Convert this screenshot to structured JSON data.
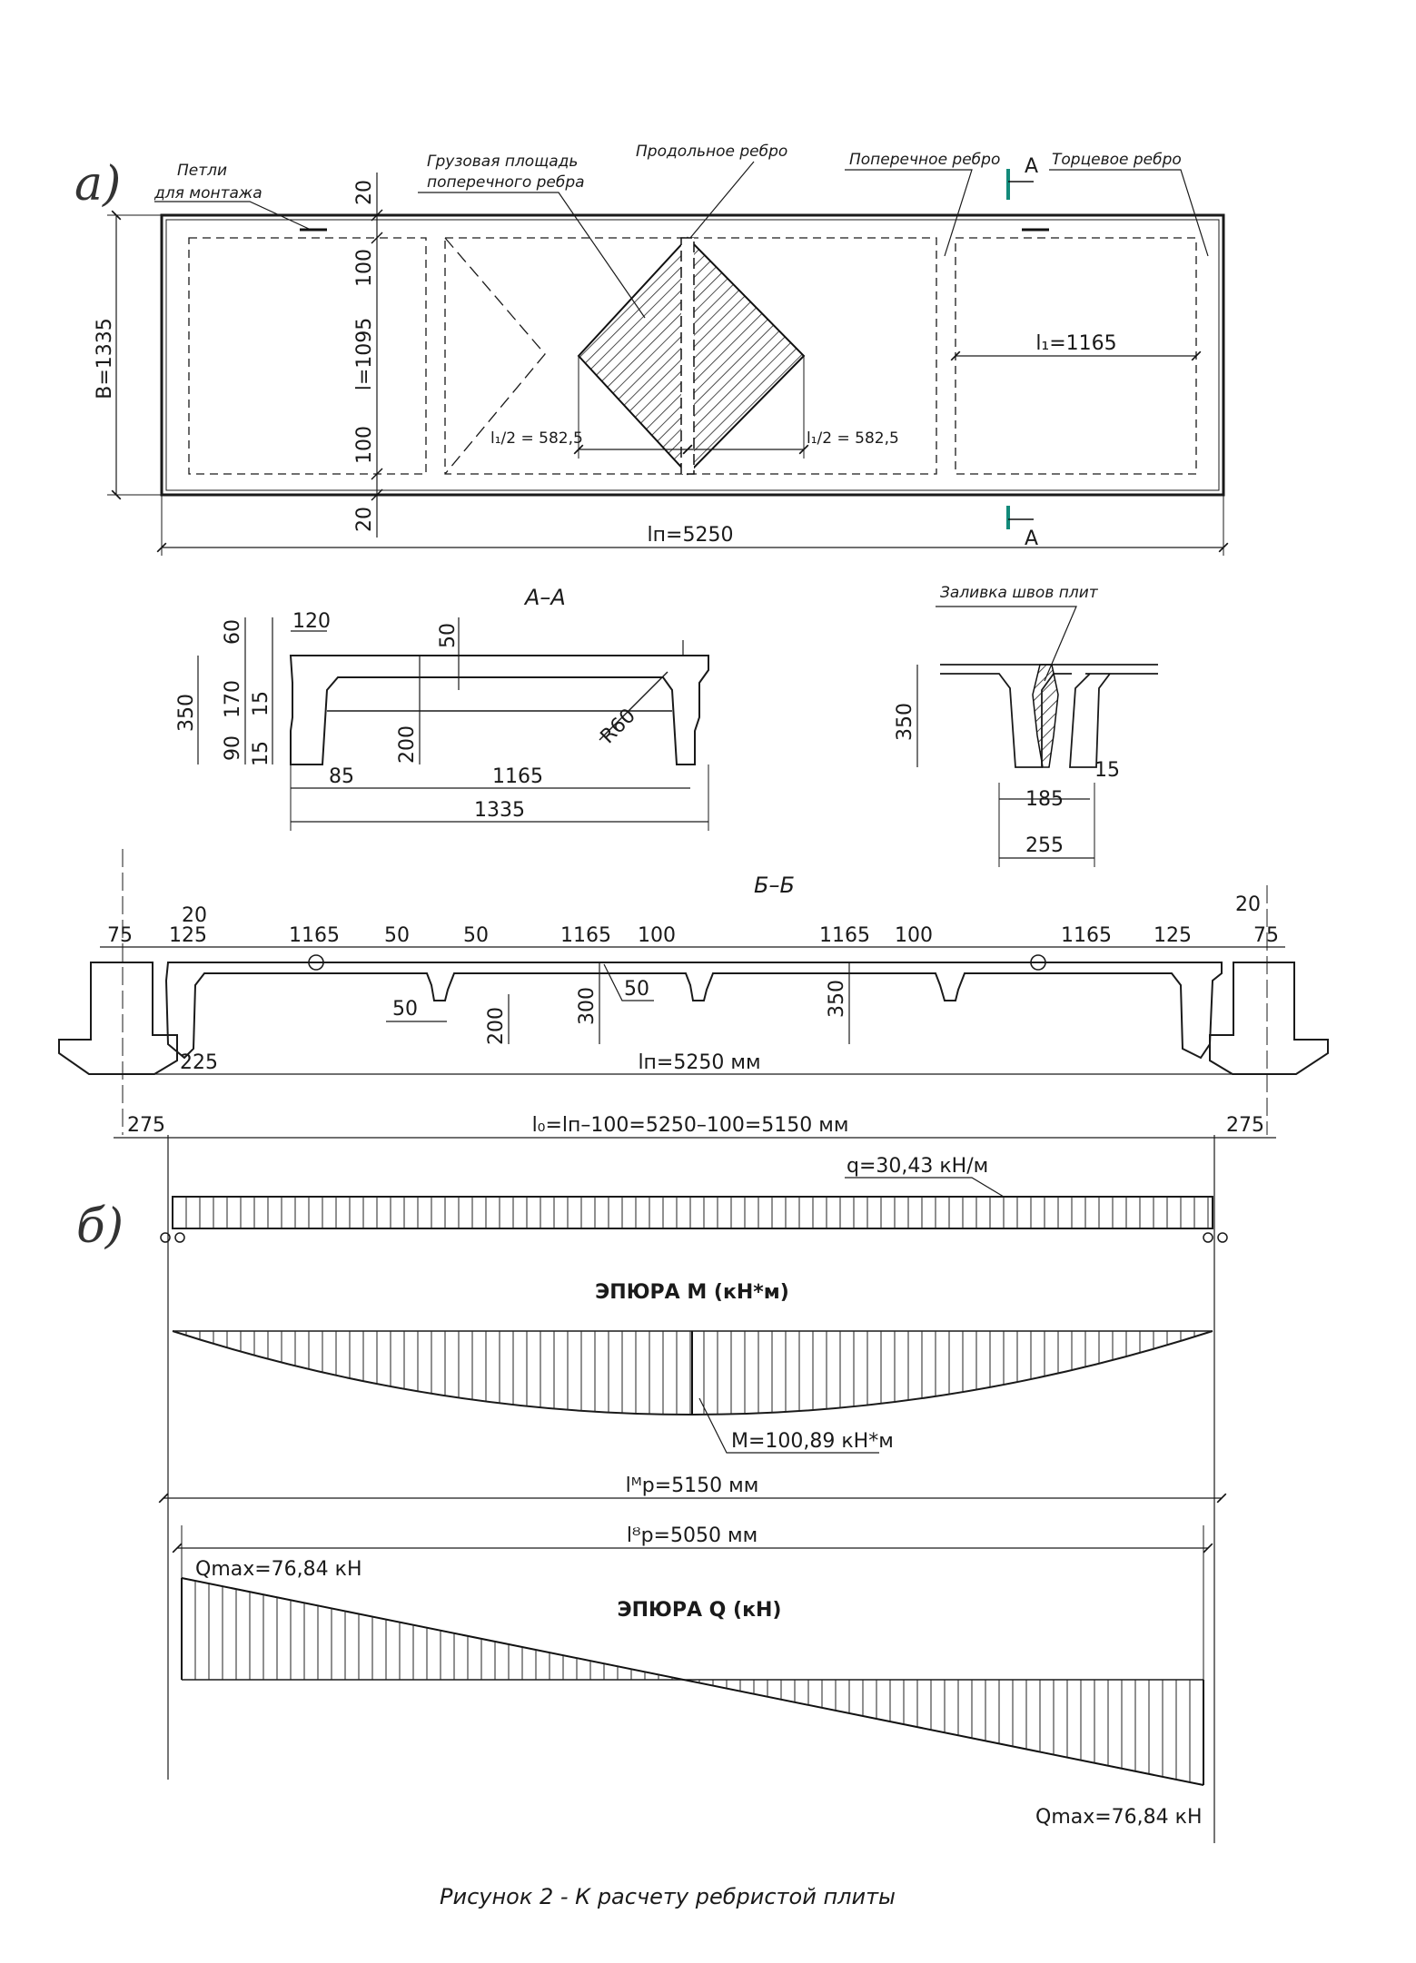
{
  "plan": {
    "label": "а)",
    "loops_label": [
      "Петли",
      "для монтажа"
    ],
    "load_area_label": [
      "Грузовая площадь",
      "поперечного ребра"
    ],
    "long_rib_label": "Продольное ребро",
    "trans_rib_label": "Поперечное ребро",
    "end_rib_label": "Торцевое ребро",
    "section_mark": "А",
    "dim_B": "B=1335",
    "dim_l": "l=1095",
    "dim_20_top": "20",
    "dim_100_top": "100",
    "dim_100_bot": "100",
    "dim_20_bot": "20",
    "dim_l1": "l₁=1165",
    "dim_half_left": "l₁/2 = 582,5",
    "dim_half_right": "l₁/2 = 582,5",
    "dim_ln": "lп=5250"
  },
  "section_aa": {
    "title": "А–А",
    "d120": "120",
    "d60": "60",
    "d50": "50",
    "d350": "350",
    "d170": "170",
    "d15a": "15",
    "d90": "90",
    "d15b": "15",
    "d200": "200",
    "dR60": "R60",
    "d85": "85",
    "d1165": "1165",
    "d1335": "1335"
  },
  "joint": {
    "label": "Заливка швов плит",
    "d350": "350",
    "d15": "15",
    "d185": "185",
    "d255": "255"
  },
  "section_bb": {
    "title": "Б–Б",
    "top_dims": [
      "75",
      "20",
      "125",
      "1165",
      "50",
      "50",
      "1165",
      "100",
      "1165",
      "100",
      "1165",
      "125",
      "20",
      "75"
    ],
    "d50_rib": "50",
    "d200": "200",
    "d300": "300",
    "d50_b": "50",
    "d350": "350",
    "d225": "225",
    "dim_ln": "lп=5250 мм",
    "d275_l": "275",
    "d275_r": "275",
    "dim_l0": "l₀=lп–100=5250–100=5150 мм"
  },
  "diagrams": {
    "label": "б)",
    "load": "q=30,43 кН/м",
    "m_title": "ЭПЮРА М (кН*м)",
    "m_value": "M=100,89 кН*м",
    "lm": "lᴹр=5150 мм",
    "lq": "lᴽр=5050 мм",
    "q_title": "ЭПЮРА Q (кН)",
    "q_max_left": "Qmax=76,84 кН",
    "q_max_right": "Qmax=76,84 кН"
  },
  "caption": "Рисунок 2 - К расчету ребристой плиты"
}
